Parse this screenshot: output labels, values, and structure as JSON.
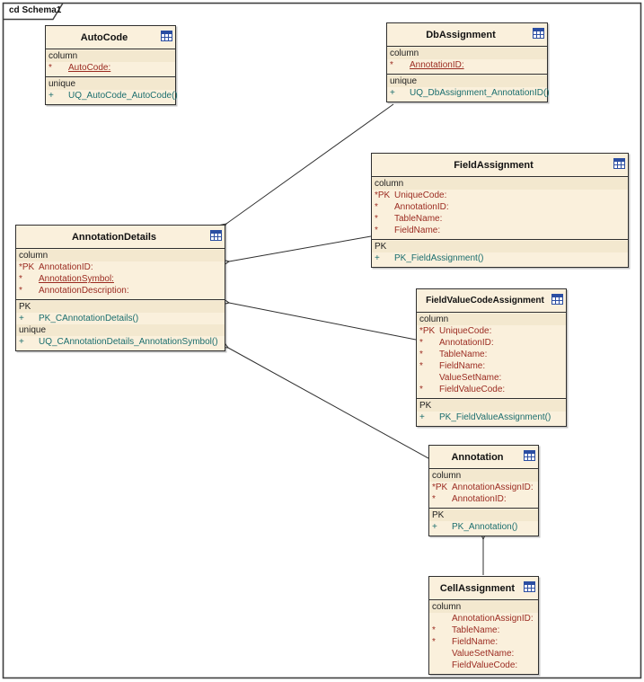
{
  "frame": {
    "label": "cd Schema1"
  },
  "colors": {
    "entity_fill": "#FAF0DC",
    "entity_border": "#2f2f2f",
    "section_header_fill": "#F3E8CF",
    "column_text": "#9B2B21",
    "operation_text": "#1B6E6E",
    "icon_blue": "#2B4EA2"
  },
  "tables": [
    {
      "title": "AutoCode",
      "icon": "table-icon",
      "compartments": [
        {
          "sections": [
            {
              "header": "column",
              "rows": [
                {
                  "marker": "*",
                  "text": "AutoCode:",
                  "underline": true
                }
              ]
            }
          ]
        },
        {
          "sections": [
            {
              "header": "unique",
              "rows": [
                {
                  "marker": "+",
                  "text": "UQ_AutoCode_AutoCode()"
                }
              ]
            }
          ]
        }
      ]
    },
    {
      "title": "DbAssignment",
      "icon": "table-icon",
      "compartments": [
        {
          "sections": [
            {
              "header": "column",
              "rows": [
                {
                  "marker": "*",
                  "text": "AnnotationID:",
                  "underline": true
                }
              ]
            }
          ]
        },
        {
          "sections": [
            {
              "header": "unique",
              "rows": [
                {
                  "marker": "+",
                  "text": "UQ_DbAssignment_AnnotationID()"
                }
              ]
            }
          ]
        }
      ]
    },
    {
      "title": "FieldAssignment",
      "icon": "table-icon",
      "compartments": [
        {
          "sections": [
            {
              "header": "column",
              "rows": [
                {
                  "marker": "*PK",
                  "text": "UniqueCode:"
                },
                {
                  "marker": "*",
                  "text": "AnnotationID:"
                },
                {
                  "marker": "*",
                  "text": "TableName:"
                },
                {
                  "marker": "*",
                  "text": "FieldName:"
                }
              ]
            }
          ]
        },
        {
          "sections": [
            {
              "header": "PK",
              "rows": [
                {
                  "marker": "+",
                  "text": "PK_FieldAssignment()"
                }
              ]
            }
          ]
        }
      ]
    },
    {
      "title": "AnnotationDetails",
      "icon": "table-icon",
      "compartments": [
        {
          "sections": [
            {
              "header": "column",
              "rows": [
                {
                  "marker": "*PK",
                  "text": "AnnotationID:"
                },
                {
                  "marker": "*",
                  "text": "AnnotationSymbol:",
                  "underline": true
                },
                {
                  "marker": "*",
                  "text": "AnnotationDescription:"
                }
              ]
            }
          ]
        },
        {
          "sections": [
            {
              "header": "PK",
              "rows": [
                {
                  "marker": "+",
                  "text": "PK_CAnnotationDetails()"
                }
              ]
            },
            {
              "header": "unique",
              "rows": [
                {
                  "marker": "+",
                  "text": "UQ_CAnnotationDetails_AnnotationSymbol()"
                }
              ]
            }
          ]
        }
      ]
    },
    {
      "title": "FieldValueCodeAssignment",
      "icon": "table-icon",
      "compartments": [
        {
          "sections": [
            {
              "header": "column",
              "rows": [
                {
                  "marker": "*PK",
                  "text": "UniqueCode:"
                },
                {
                  "marker": "*",
                  "text": "AnnotationID:"
                },
                {
                  "marker": "*",
                  "text": "TableName:"
                },
                {
                  "marker": "*",
                  "text": "FieldName:"
                },
                {
                  "marker": "",
                  "text": "ValueSetName:"
                },
                {
                  "marker": "*",
                  "text": "FieldValueCode:"
                }
              ]
            }
          ]
        },
        {
          "sections": [
            {
              "header": "PK",
              "rows": [
                {
                  "marker": "+",
                  "text": "PK_FieldValueAssignment()"
                }
              ]
            }
          ]
        }
      ]
    },
    {
      "title": "Annotation",
      "icon": "table-icon",
      "compartments": [
        {
          "sections": [
            {
              "header": "column",
              "rows": [
                {
                  "marker": "*PK",
                  "text": "AnnotationAssignID:"
                },
                {
                  "marker": "*",
                  "text": "AnnotationID:"
                }
              ]
            }
          ]
        },
        {
          "sections": [
            {
              "header": "PK",
              "rows": [
                {
                  "marker": "+",
                  "text": "PK_Annotation()"
                }
              ]
            }
          ]
        }
      ]
    },
    {
      "title": "CellAssignment",
      "icon": "table-icon",
      "compartments": [
        {
          "sections": [
            {
              "header": "column",
              "rows": [
                {
                  "marker": "",
                  "text": "AnnotationAssignID:"
                },
                {
                  "marker": "*",
                  "text": "TableName:"
                },
                {
                  "marker": "*",
                  "text": "FieldName:"
                },
                {
                  "marker": "",
                  "text": "ValueSetName:"
                },
                {
                  "marker": "",
                  "text": "FieldValueCode:"
                }
              ]
            }
          ]
        }
      ]
    }
  ],
  "connectors": [
    {
      "from": "DbAssignment",
      "to": "AnnotationDetails",
      "type": "association",
      "arrow": "open"
    },
    {
      "from": "FieldAssignment",
      "to": "AnnotationDetails",
      "type": "association",
      "arrow": "open"
    },
    {
      "from": "FieldValueCodeAssignment",
      "to": "AnnotationDetails",
      "type": "association",
      "arrow": "open"
    },
    {
      "from": "Annotation",
      "to": "AnnotationDetails",
      "type": "association",
      "arrow": "open"
    },
    {
      "from": "CellAssignment",
      "to": "Annotation",
      "type": "association",
      "arrow": "open"
    }
  ]
}
